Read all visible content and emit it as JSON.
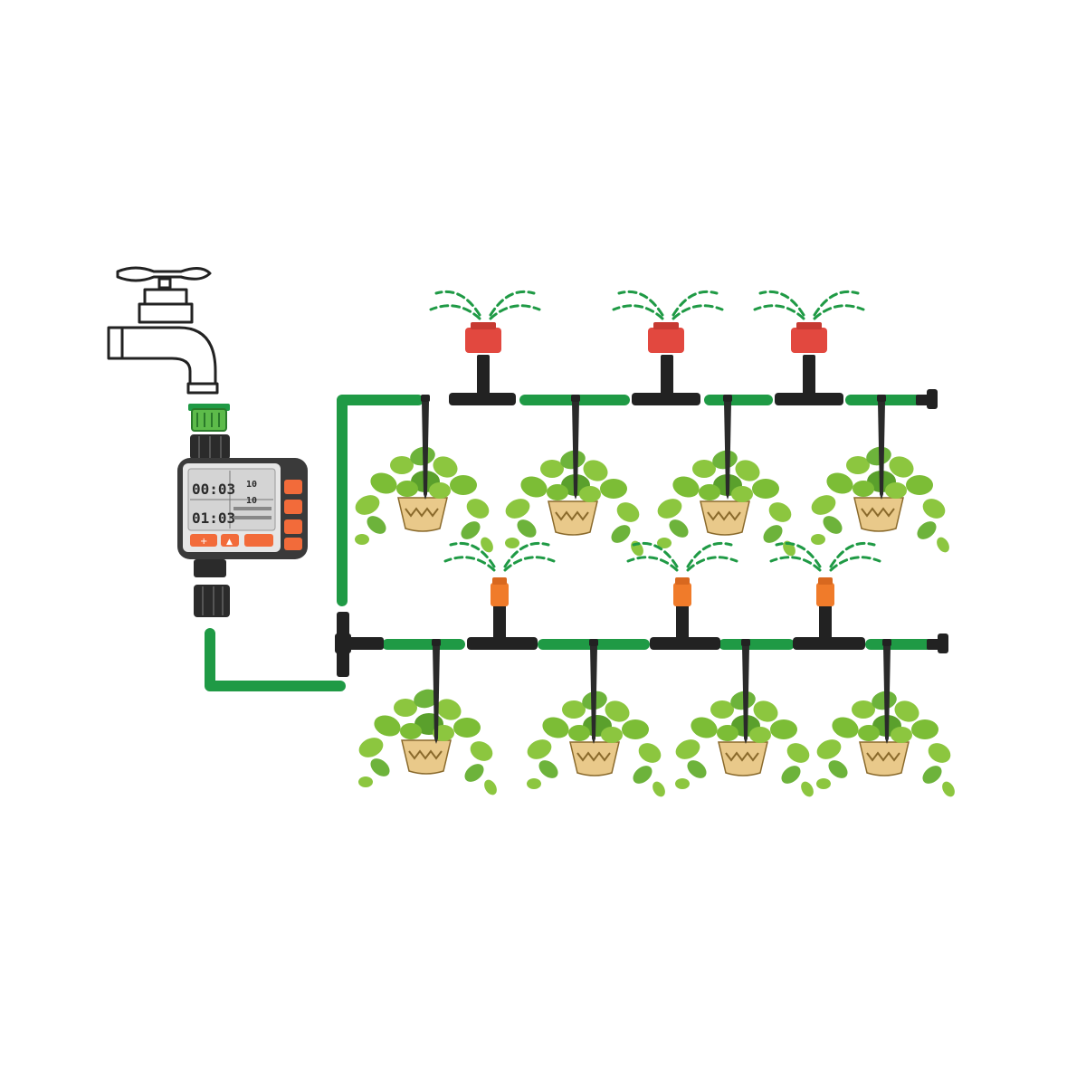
{
  "colors": {
    "tube": "#1f9a45",
    "dripper_red": "#e2483f",
    "dripper_orange": "#f07b2a",
    "fitting_black": "#222222",
    "leaf": "#8cc63f",
    "leaf_dark": "#5aa02c",
    "pot": "#e9c98a",
    "timer_orange": "#f26b3a",
    "timer_body": "#3a3a3a",
    "timer_screen": "#d9d9d9",
    "spray": "#1f9a45"
  },
  "timer": {
    "time_main": "00:03",
    "time_second": "01:03",
    "value_top": "10",
    "value_mid": "10",
    "button_labels": [
      "",
      "",
      "",
      ""
    ]
  },
  "icons": {
    "faucet": "faucet-icon",
    "timer": "water-timer-icon",
    "dripper": "adjustable-dripper-icon",
    "stake": "drip-stake-icon",
    "plant": "potted-plant-icon",
    "end_plug": "end-plug-icon",
    "tee": "tee-connector-icon"
  }
}
